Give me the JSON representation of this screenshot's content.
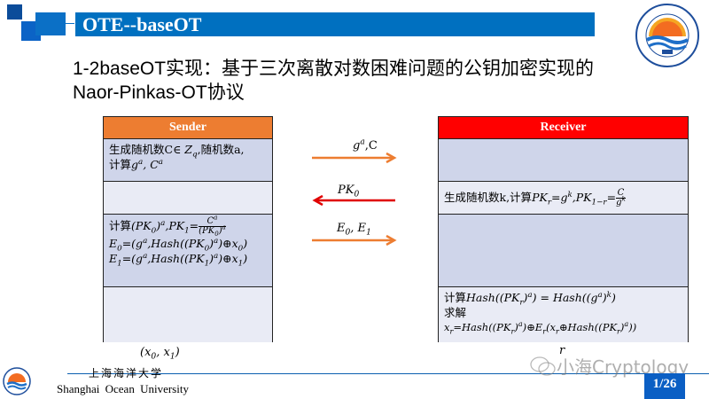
{
  "slide": {
    "title": "OTE--baseOT",
    "subtitle_line1": "1-2baseOT实现：基于三次离散对数困难问题的公钥加密实现的",
    "subtitle_line2": "Naor-Pinkas-OT协议",
    "colors": {
      "title_bar": "#0070C0",
      "sender_header": "#ED7D31",
      "receiver_header": "#FF0000",
      "row_dark": "#CFD5EA",
      "row_light": "#E9EBF5",
      "arrow_orange": "#ED7D31",
      "arrow_red": "#E00000"
    }
  },
  "sender": {
    "header": "Sender",
    "rows": [
      {
        "line1": "生成随机数C∈ Z_q,随机数a,",
        "line2": "计算g^a, C^a"
      },
      {
        "text": ""
      },
      {
        "line1": "计算(PK_0)^a,PK_1=C^a/(PK_0)^a",
        "line2": "E_0=(g^a,Hash((PK_0)^a)⊕x_0)",
        "line3": "E_1=(g^a,Hash((PK_1)^a)⊕x_1)"
      },
      {
        "text": ""
      }
    ],
    "input_label": "(x_0, x_1)"
  },
  "receiver": {
    "header": "Receiver",
    "rows": [
      {
        "text": ""
      },
      {
        "line1": "生成随机数k,计算PK_r=g^k,PK_{1-r}=C/g^k"
      },
      {
        "text": ""
      },
      {
        "line1": "计算Hash((PK_r)^a) = Hash((g^a)^k)",
        "line2": "求解",
        "line3": "x_r=Hash((PK_r)^a)⊕E_r(x_r⊕Hash((PK_r)^a))"
      }
    ],
    "input_label": "r"
  },
  "messages": [
    {
      "label": "g^a,C",
      "direction": "right",
      "color": "orange"
    },
    {
      "label": "PK_0",
      "direction": "left",
      "color": "red"
    },
    {
      "label": "E_0, E_1",
      "direction": "right",
      "color": "orange"
    }
  ],
  "footer": {
    "university_cn": "上海海洋大学",
    "university_en": "Shanghai Ocean University",
    "page": "1/26",
    "watermark": "小海Cryptology"
  },
  "text": {
    "sender_r0_cn1": "生成随机数C∈ ",
    "sender_r0_zq": "Z",
    "sender_r0_q": "q",
    "sender_r0_cn2": ",随机数a,",
    "sender_r0_cn3": "计算",
    "sender_r2_cn": "计算",
    "sender_r2_cn_pad": "",
    "receiver_r1_cn1": "生成随机数k,计算",
    "receiver_r3_cn1": "计算",
    "receiver_r3_cn2": "求解",
    "msg1": "g",
    "msg1_sup": "a",
    "msg1_rest": ",C",
    "msg2": "PK",
    "msg2_sub": "0",
    "msg3": "E",
    "msg3_sub0": "0",
    "msg3_mid": ", E",
    "msg3_sub1": "1"
  }
}
